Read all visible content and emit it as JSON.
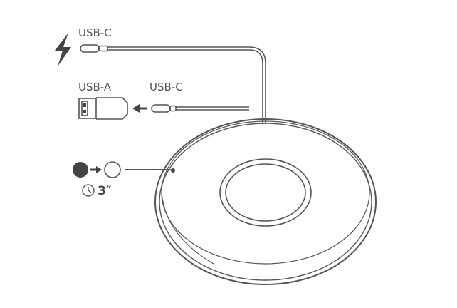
{
  "labels": {
    "usb_c_top": "USB-C",
    "usb_a": "USB-A",
    "usb_c_mid": "USB-C",
    "duration": "3″"
  },
  "icons": {
    "power": "lightning-bolt-icon",
    "timer": "clock-icon",
    "led_on": "filled-circle-icon",
    "led_off": "empty-circle-icon",
    "arrow": "arrow-right-icon"
  },
  "colors": {
    "line": "#555555",
    "fill_dark": "#444444"
  }
}
